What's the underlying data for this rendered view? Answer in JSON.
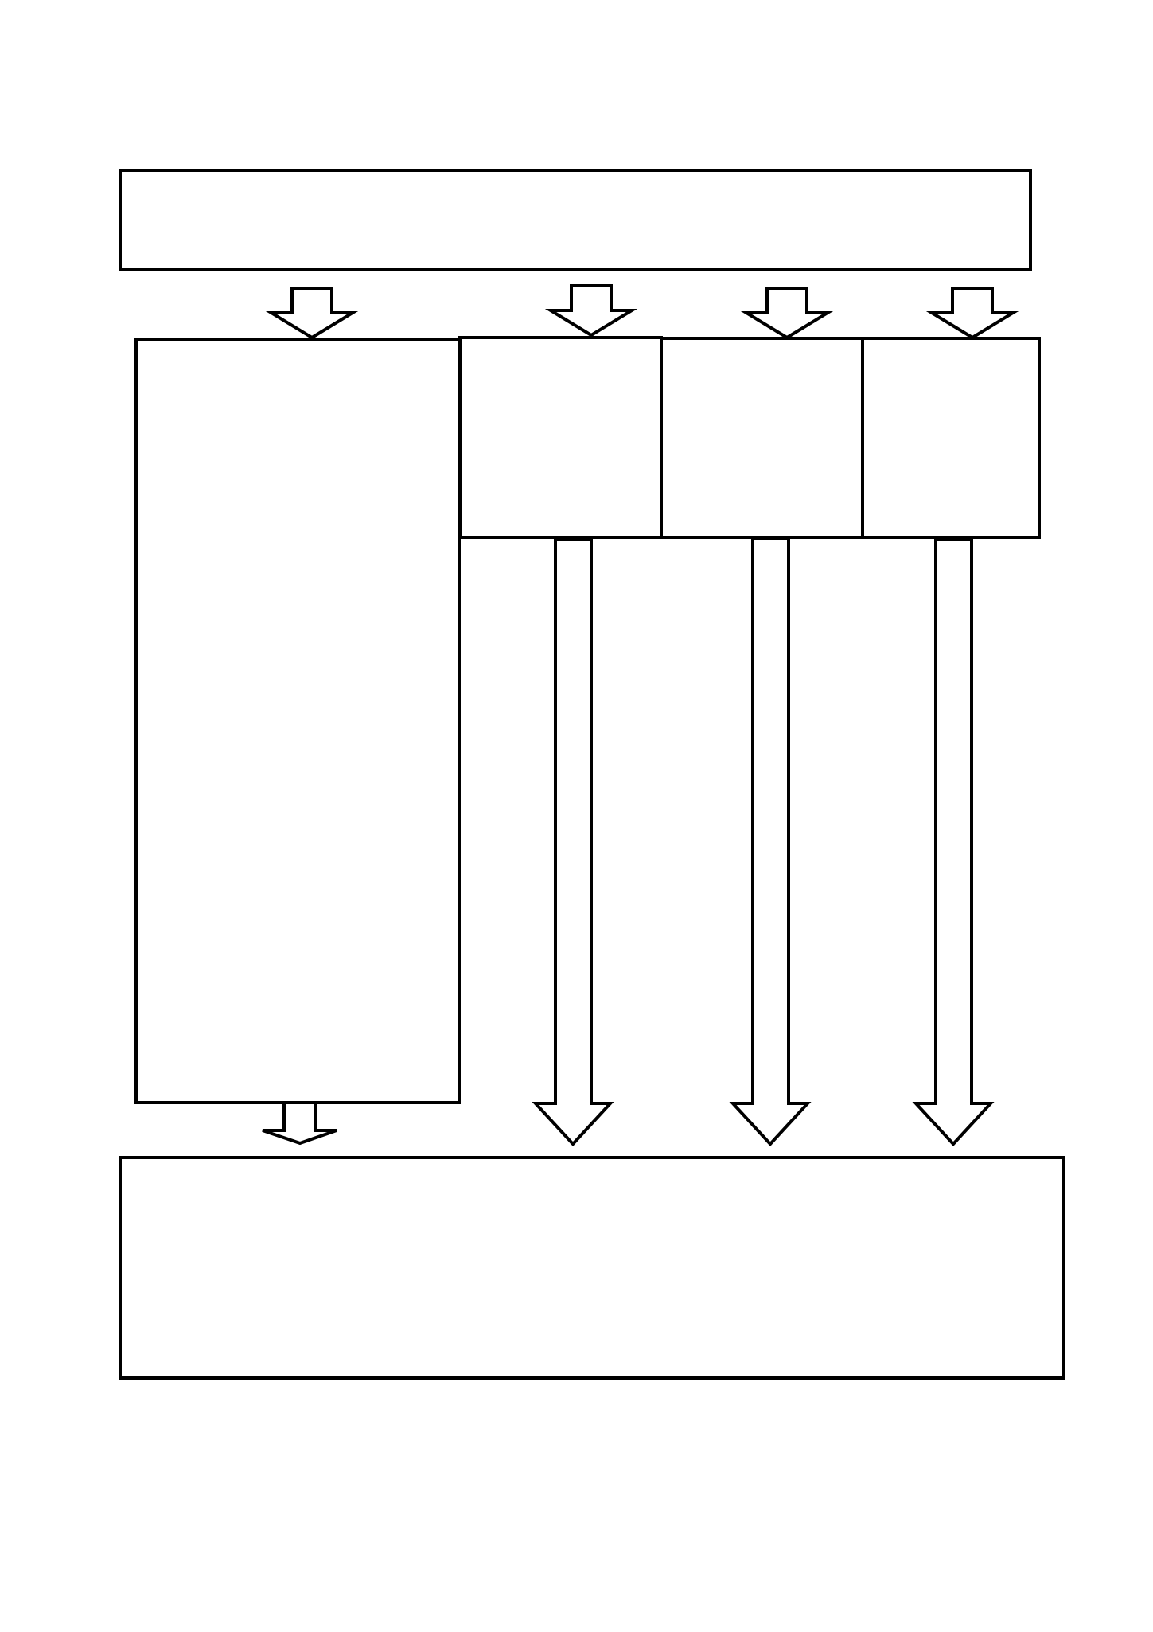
{
  "diagram": {
    "type": "flow-template",
    "colors": {
      "background": "#ffffff",
      "stroke": "#000000",
      "fill": "#ffffff"
    },
    "boxes": [
      {
        "id": "top-box",
        "label": ""
      },
      {
        "id": "left-tall-box",
        "label": ""
      },
      {
        "id": "upper-box-1",
        "label": ""
      },
      {
        "id": "upper-box-2",
        "label": ""
      },
      {
        "id": "upper-box-3",
        "label": ""
      },
      {
        "id": "bottom-box",
        "label": ""
      }
    ],
    "arrows": [
      {
        "id": "arrow-top-to-left",
        "from": "top-box",
        "to": "left-tall-box"
      },
      {
        "id": "arrow-top-to-upper-1",
        "from": "top-box",
        "to": "upper-box-1"
      },
      {
        "id": "arrow-top-to-upper-2",
        "from": "top-box",
        "to": "upper-box-2"
      },
      {
        "id": "arrow-top-to-upper-3",
        "from": "top-box",
        "to": "upper-box-3"
      },
      {
        "id": "arrow-left-to-bottom",
        "from": "left-tall-box",
        "to": "bottom-box"
      },
      {
        "id": "arrow-upper-1-to-bottom",
        "from": "upper-box-1",
        "to": "bottom-box"
      },
      {
        "id": "arrow-upper-2-to-bottom",
        "from": "upper-box-2",
        "to": "bottom-box"
      },
      {
        "id": "arrow-upper-3-to-bottom",
        "from": "upper-box-3",
        "to": "bottom-box"
      }
    ]
  }
}
